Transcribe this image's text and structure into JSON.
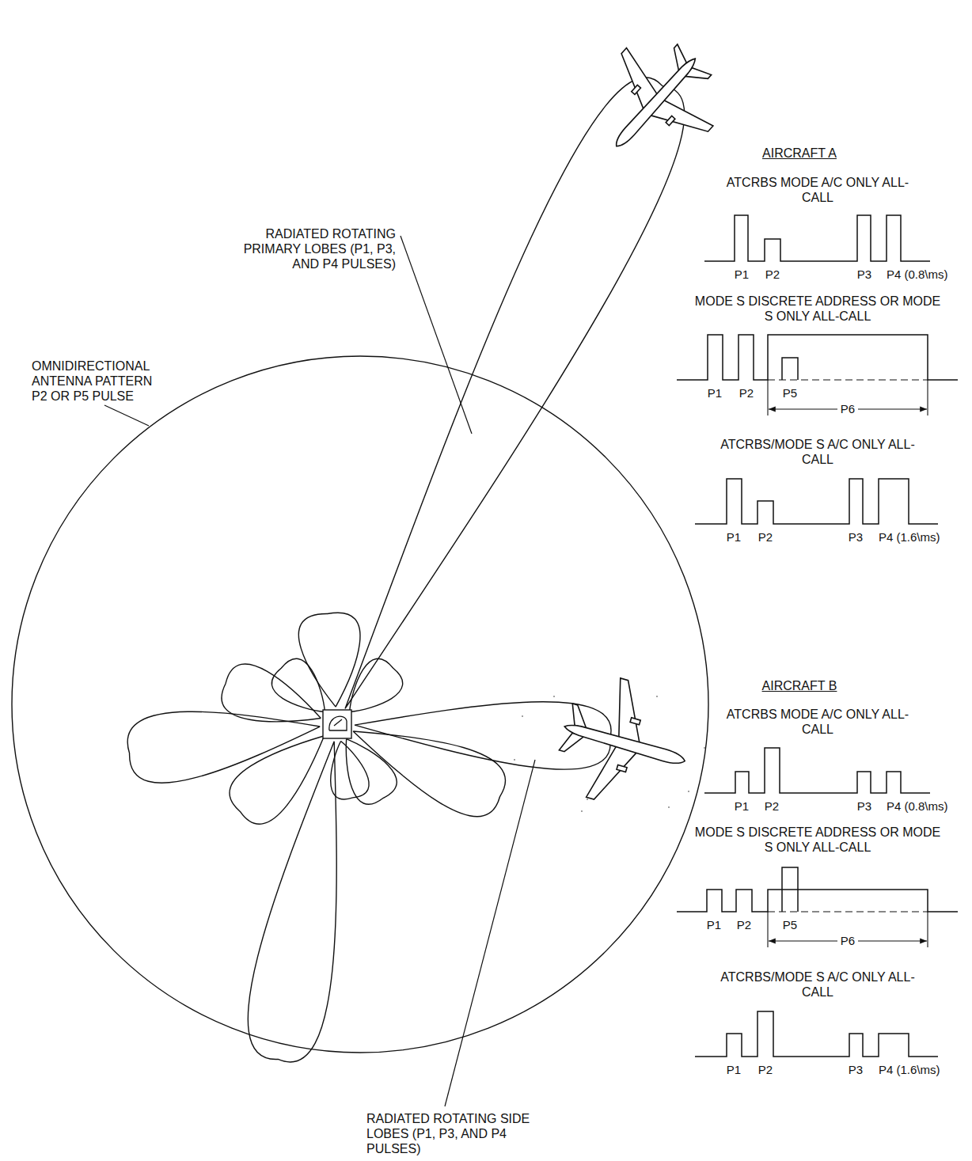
{
  "diagram": {
    "labels": [
      "RADIATED ROTATING PRIMARY LOBES (P1, P3, AND P4 PULSES)",
      "OMNIDIRECTIONAL ANTENNA PATTERN P2 OR P5 PULSE",
      "RADIATED ROTATING SIDE LOBES (P1, P3, AND P4 PULSES)",
      "AIRCRAFT A",
      "ATCRBS MODE A/C ONLY ALL-CALL",
      "P1",
      "P2",
      "P3",
      "P4 (0.8\\ms)",
      "MODE S DISCRETE ADDRESS OR MODE S ONLY ALL-CALL",
      "P1",
      "P2",
      "P5",
      "P6",
      "ATCRBS/MODE S A/C ONLY ALL-CALL",
      "P1",
      "P2",
      "P3",
      "P4 (1.6\\ms)",
      "AIRCRAFT B",
      "ATCRBS MODE A/C ONLY ALL-CALL",
      "P1",
      "P2",
      "P3",
      "P4 (0.8\\ms)",
      "MODE S DISCRETE ADDRESS OR MODE S ONLY ALL-CALL",
      "P1",
      "P2",
      "P5",
      "P6",
      "ATCRBS/MODE S A/C ONLY ALL-CALL",
      "P1",
      "P2",
      "P3",
      "P4 (1.6\\ms)"
    ]
  }
}
